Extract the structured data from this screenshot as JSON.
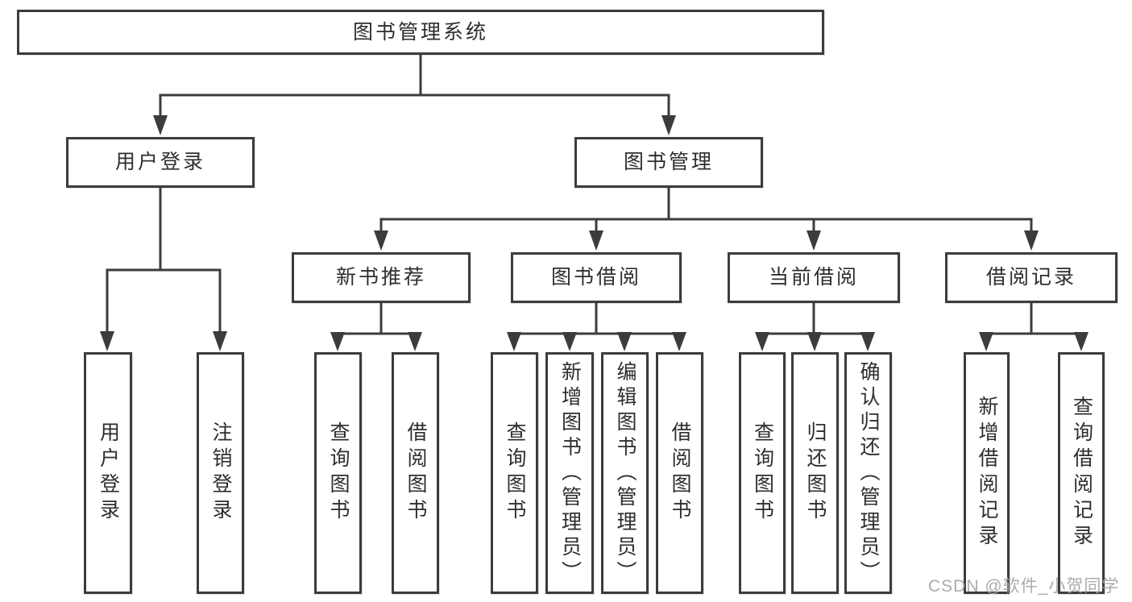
{
  "watermark": {
    "text": "CSDN @软件_小贺同学"
  },
  "colors": {
    "line": "#3c3c3c",
    "box_border": "#3c3c3c",
    "text": "#2e2e2e",
    "watermark": "#a3a3a3",
    "background": "#ffffff"
  },
  "tree": {
    "label": "图书管理系统",
    "children": [
      {
        "label": "用户登录",
        "children": [
          {
            "label": "用户登录"
          },
          {
            "label": "注销登录"
          }
        ]
      },
      {
        "label": "图书管理",
        "children": [
          {
            "label": "新书推荐",
            "children": [
              {
                "label": "查询图书"
              },
              {
                "label": "借阅图书"
              }
            ]
          },
          {
            "label": "图书借阅",
            "children": [
              {
                "label": "查询图书"
              },
              {
                "label": "新增图书（管理员）"
              },
              {
                "label": "编辑图书（管理员）"
              },
              {
                "label": "借阅图书"
              }
            ]
          },
          {
            "label": "当前借阅",
            "children": [
              {
                "label": "查询图书"
              },
              {
                "label": "归还图书"
              },
              {
                "label": "确认归还（管理员）"
              }
            ]
          },
          {
            "label": "借阅记录",
            "children": [
              {
                "label": "新增借阅记录"
              },
              {
                "label": "查询借阅记录"
              }
            ]
          }
        ]
      }
    ]
  }
}
